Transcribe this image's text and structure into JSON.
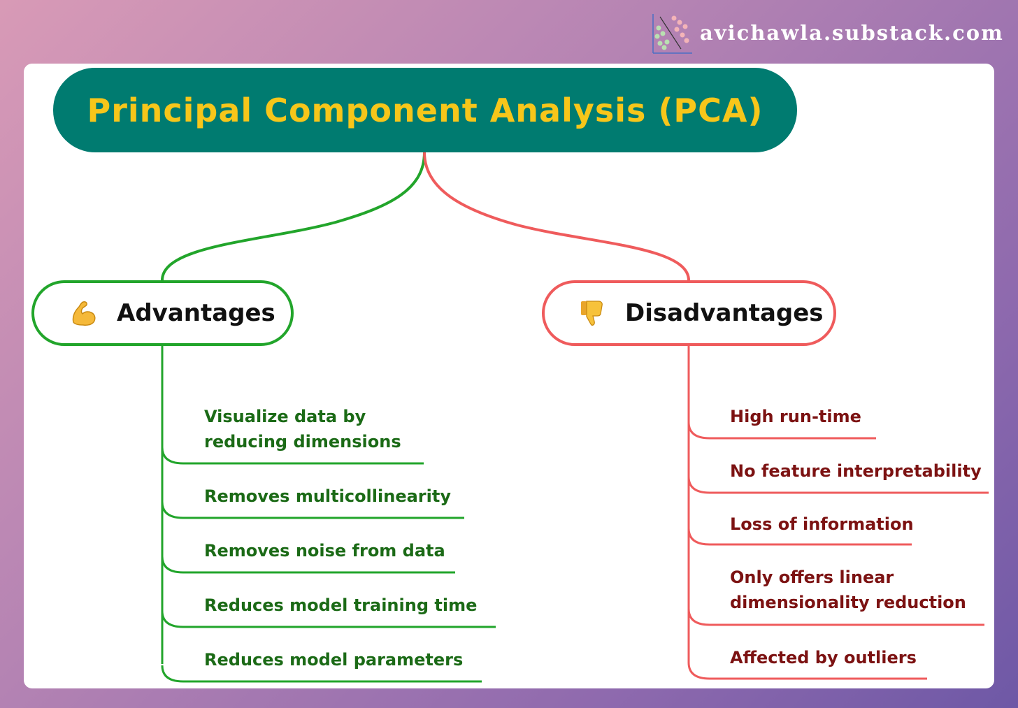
{
  "brand": {
    "site": "avichawla.substack.com"
  },
  "title": "Principal Component Analysis (PCA)",
  "advantages": {
    "label": "Advantages",
    "icon": "flexed-biceps-icon",
    "color": "#22a52b",
    "text_color": "#1b6a16",
    "items": [
      {
        "line1": "Visualize data by",
        "line2": "reducing dimensions"
      },
      {
        "line1": "Removes multicollinearity"
      },
      {
        "line1": "Removes noise from data"
      },
      {
        "line1": "Reduces model training time"
      },
      {
        "line1": "Reduces model parameters"
      }
    ]
  },
  "disadvantages": {
    "label": "Disadvantages",
    "icon": "thumbs-down-icon",
    "color": "#ef5b5c",
    "text_color": "#7c1212",
    "items": [
      {
        "line1": "High run-time"
      },
      {
        "line1": "No feature interpretability"
      },
      {
        "line1": "Loss of information"
      },
      {
        "line1": "Only offers linear",
        "line2": "dimensionality reduction"
      },
      {
        "line1": "Affected by outliers"
      }
    ]
  },
  "colors": {
    "title_bg": "#007b70",
    "title_text": "#f7c61a"
  }
}
